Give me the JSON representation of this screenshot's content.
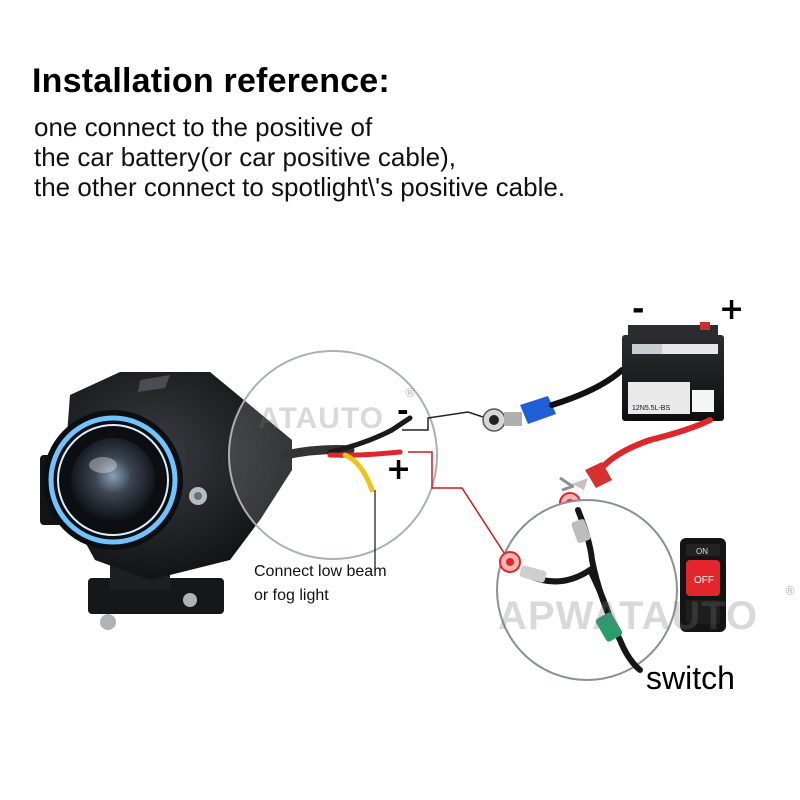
{
  "heading": "Installation reference:",
  "description": [
    "one connect to the positive of",
    "the car battery(or car positive cable),",
    "the other connect to spotlight\\'s positive cable."
  ],
  "battery": {
    "negative_sign": "-",
    "positive_sign": "+",
    "label_text": "12N5.5L-BS"
  },
  "wire_signs": {
    "negative": "-",
    "positive": "+"
  },
  "lowbeam_note": [
    "Connect low beam",
    "or fog light"
  ],
  "switch": {
    "label": "switch",
    "on_text": "ON",
    "off_text": "OFF"
  },
  "watermarks": {
    "small": "ATAUTO",
    "large": "APWATAUTO",
    "registered": "®"
  },
  "colors": {
    "red_wire": "#e0262b",
    "black_wire": "#1a1a1a",
    "yellow_wire": "#f2c21b",
    "terminal_blue": "#1f5fd6",
    "heat_shrink_green": "#2a9d6e",
    "ring_blue": "#6fc3ff"
  }
}
